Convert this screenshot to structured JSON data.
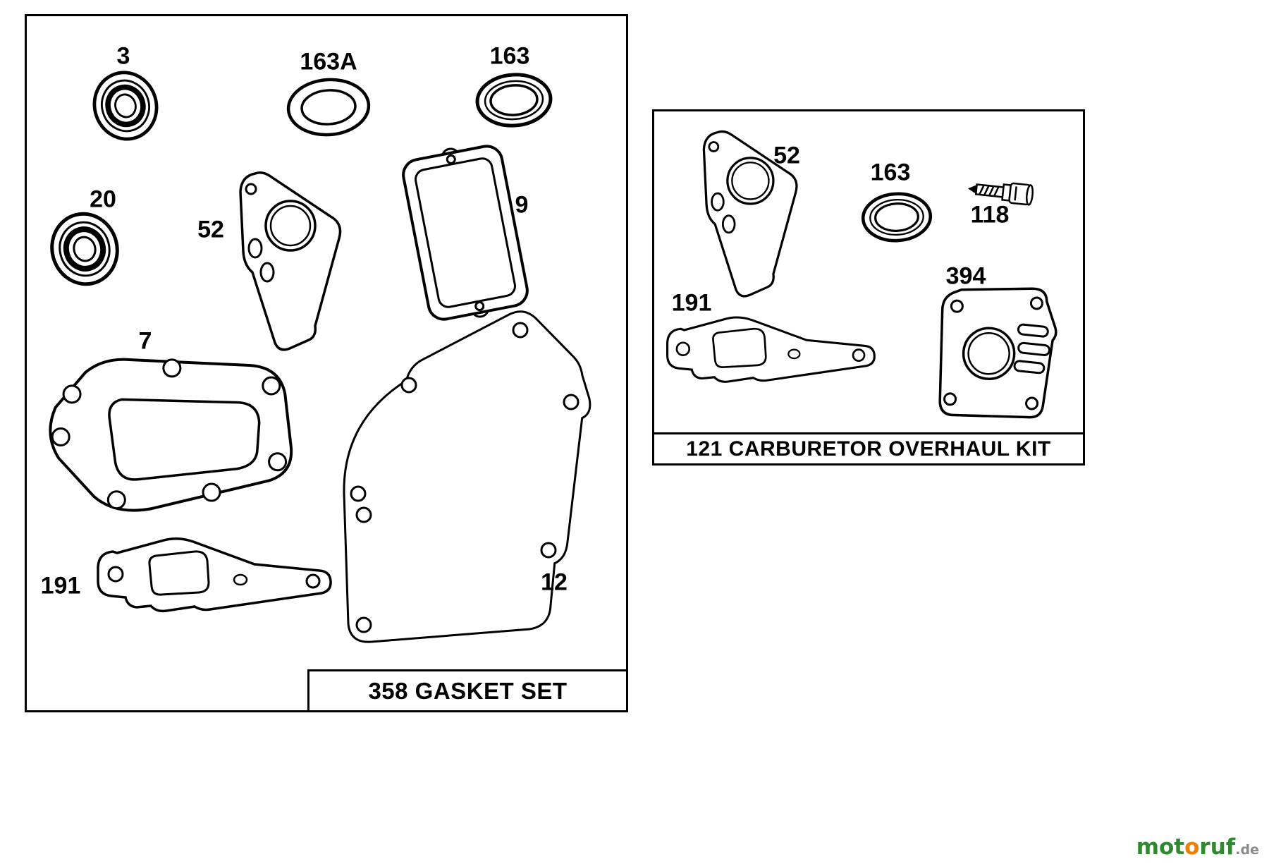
{
  "diagram": {
    "background": "#ffffff",
    "line_color": "#000000"
  },
  "gasket_set_box": {
    "title": "358 GASKET SET",
    "labels": {
      "part_3": "3",
      "part_163a": "163A",
      "part_163": "163",
      "part_20": "20",
      "part_52": "52",
      "part_9": "9",
      "part_7": "7",
      "part_191": "191",
      "part_12": "12"
    }
  },
  "carb_kit_box": {
    "title": "121 CARBURETOR OVERHAUL KIT",
    "labels": {
      "part_52": "52",
      "part_163": "163",
      "part_118": "118",
      "part_394": "394",
      "part_191": "191"
    }
  },
  "watermark": {
    "seg_green_1": "mot",
    "seg_orange": "o",
    "seg_green_2": "ruf",
    "seg_suffix": ".de",
    "green": "#2f8a2f",
    "orange": "#f07f00"
  }
}
